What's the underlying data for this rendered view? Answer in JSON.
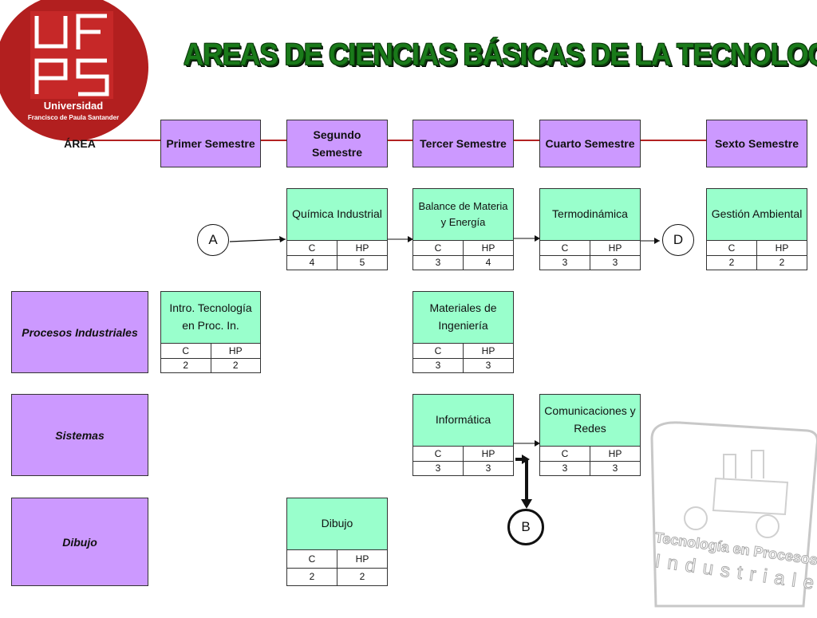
{
  "logo": {
    "letters": "UFPS",
    "name": "Universidad",
    "subtitle": "Francisco de Paula Santander",
    "color": "#b21f1f"
  },
  "title": "AREAS DE CIENCIAS  BÁSICAS DE LA TECNOLOGIA",
  "area_header": "ÁREA",
  "semesters": [
    "Primer Semestre",
    "Segundo Semestre",
    "Tercer Semestre",
    "Cuarto Semestre",
    "Sexto Semestre"
  ],
  "areas": [
    "Procesos Industriales",
    "Sistemas",
    "Dibujo"
  ],
  "col_labels": {
    "c": "C",
    "hp": "HP"
  },
  "courses": {
    "quimica": {
      "name": "Química Industrial",
      "c": "4",
      "hp": "5"
    },
    "balance": {
      "name": "Balance de Materia y Energía",
      "c": "3",
      "hp": "4"
    },
    "termo": {
      "name": "Termodinámica",
      "c": "3",
      "hp": "3"
    },
    "gestion": {
      "name": "Gestión Ambiental",
      "c": "2",
      "hp": "2"
    },
    "intro": {
      "name": "Intro. Tecnología en Proc. In.",
      "c": "2",
      "hp": "2"
    },
    "materiales": {
      "name": "Materiales de Ingeniería",
      "c": "3",
      "hp": "3"
    },
    "informatica": {
      "name": "Informática",
      "c": "3",
      "hp": "3"
    },
    "comunicaciones": {
      "name": "Comunicaciones y Redes",
      "c": "3",
      "hp": "3"
    },
    "dibujo": {
      "name": "Dibujo",
      "c": "2",
      "hp": "2"
    }
  },
  "connectors": [
    "A",
    "D",
    "B"
  ],
  "watermark": {
    "line1": "Tecnología en Procesos",
    "line2": "Industriales"
  },
  "colors": {
    "semester": "#cc99ff",
    "course": "#99ffcc",
    "title": "#1a7a1a",
    "header_line": "#b22222"
  }
}
